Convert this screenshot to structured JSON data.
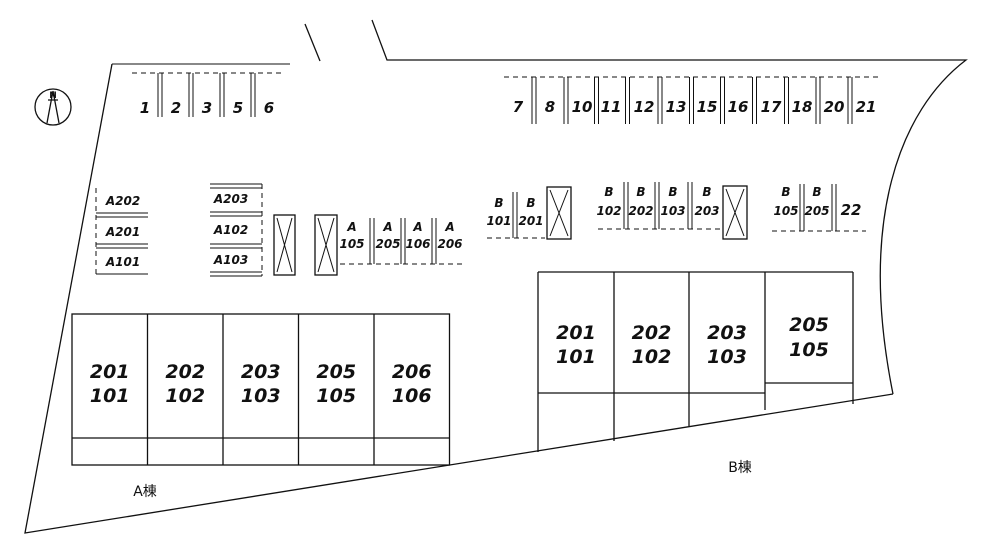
{
  "north_label": "N",
  "parking_top_left": [
    "1",
    "2",
    "3",
    "5",
    "6"
  ],
  "parking_top_right": [
    "7",
    "8",
    "10",
    "11",
    "12",
    "13",
    "15",
    "16",
    "17",
    "18",
    "20",
    "21"
  ],
  "parking_a_stack_left": [
    "A202",
    "A201",
    "A101"
  ],
  "parking_a_stack_mid": [
    "A203",
    "A102",
    "A103"
  ],
  "parking_a_row": [
    [
      "A",
      "105"
    ],
    [
      "A",
      "205"
    ],
    [
      "A",
      "106"
    ],
    [
      "A",
      "206"
    ]
  ],
  "parking_b_left": [
    [
      "B",
      "101"
    ],
    [
      "B",
      "201"
    ]
  ],
  "parking_b_mid": [
    [
      "B",
      "102"
    ],
    [
      "B",
      "202"
    ],
    [
      "B",
      "103"
    ],
    [
      "B",
      "203"
    ]
  ],
  "parking_b_right": [
    [
      "B",
      "105"
    ],
    [
      "B",
      "205"
    ],
    [
      "",
      "22"
    ]
  ],
  "building_a": {
    "name": "A棟",
    "units": [
      [
        "201",
        "101"
      ],
      [
        "202",
        "102"
      ],
      [
        "203",
        "103"
      ],
      [
        "205",
        "105"
      ],
      [
        "206",
        "106"
      ]
    ]
  },
  "building_b": {
    "name": "B棟",
    "units": [
      [
        "201",
        "101"
      ],
      [
        "202",
        "102"
      ],
      [
        "203",
        "103"
      ],
      [
        "205",
        "105"
      ]
    ]
  }
}
